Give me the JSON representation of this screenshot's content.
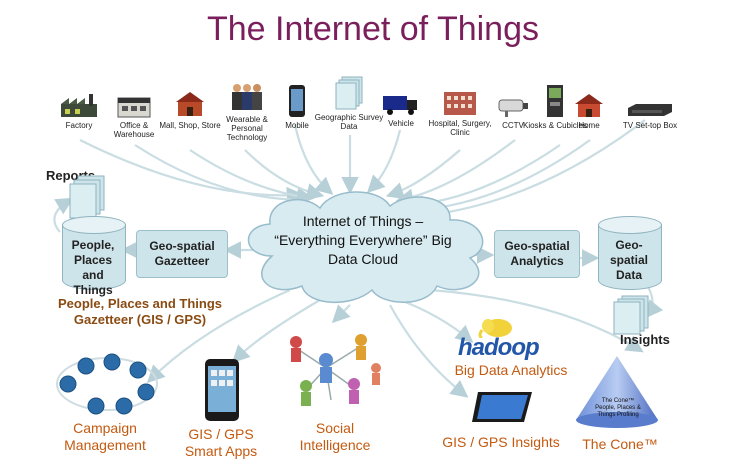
{
  "title": "The Internet of Things",
  "devices": [
    {
      "label": "Factory",
      "icon": "factory-icon"
    },
    {
      "label": "Office & Warehouse",
      "icon": "warehouse-icon"
    },
    {
      "label": "Mall, Shop, Store",
      "icon": "store-icon"
    },
    {
      "label": "Wearable & Personal Technology",
      "icon": "people-icon"
    },
    {
      "label": "Mobile",
      "icon": "mobile-phone-icon"
    },
    {
      "label": "Geographic Survey Data",
      "icon": "documents-icon"
    },
    {
      "label": "Vehicle",
      "icon": "truck-icon"
    },
    {
      "label": "Hospital, Surgery, Clinic",
      "icon": "hospital-icon"
    },
    {
      "label": "CCTV",
      "icon": "cctv-camera-icon"
    },
    {
      "label": "Kiosks & Cubicles",
      "icon": "kiosk-icon"
    },
    {
      "label": "Home",
      "icon": "house-icon"
    },
    {
      "label": "TV Set-top Box",
      "icon": "set-top-box-icon"
    }
  ],
  "cloud": {
    "text": "Internet of Things – “Everything Everywhere” Big Data Cloud"
  },
  "reports": "Reports",
  "gazetteer_db": "People, Places and Things",
  "gazetteer_box": "Geo-spatial Gazetteer",
  "gazetteer_caption": "People, Places and Things Gazetteer (GIS / GPS)",
  "analytics_box": "Geo-spatial Analytics",
  "geo_db": "Geo-spatial Data",
  "insights": "Insights",
  "outputs": {
    "campaign": "Campaign Management",
    "gis_apps": "GIS / GPS Smart Apps",
    "social": "Social Intelligence",
    "hadoop_logo": "hadoop",
    "big_data": "Big Data Analytics",
    "gis_insights": "GIS / GPS Insights",
    "cone_inner": "The Cone™ People, Places & Things Profiling",
    "cone": "The Cone™"
  },
  "colors": {
    "title": "#7a1f5c",
    "accent_orange": "#c45a10",
    "box_fill": "#cde4ea",
    "arrow": "#c9dde3"
  }
}
